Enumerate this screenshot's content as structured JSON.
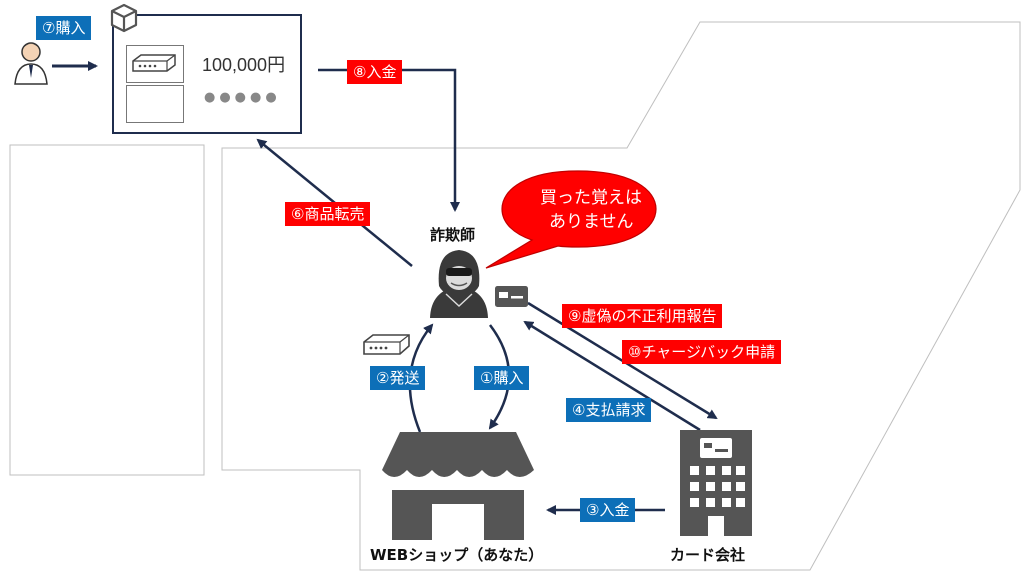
{
  "colors": {
    "navy": "#1f2d4d",
    "blue_tag": "#0d6fb8",
    "red_tag": "#ff0000",
    "gray_icon": "#555555",
    "outline": "#bfbfbf"
  },
  "labels": {
    "buy7": "⑦購入",
    "pay8": "⑧入金",
    "resell6": "⑥商品転売",
    "fraudster": "詐欺師",
    "report9": "⑨虚偽の不正利用報告",
    "chargeback10": "⑩チャージバック申請",
    "ship2": "②発送",
    "buy1": "①購入",
    "bill4": "④支払請求",
    "pay3": "③入金",
    "shop": "WEBショップ（あなた）",
    "card_company": "カード会社"
  },
  "listing": {
    "price": "100,000円",
    "dots": "●●●●●"
  },
  "speech": {
    "line1": "買った覚えは",
    "line2": "ありません"
  },
  "icons": [
    "person-icon",
    "box-icon",
    "router-icon",
    "hacker-icon",
    "credit-card-icon",
    "shop-icon",
    "building-icon"
  ]
}
